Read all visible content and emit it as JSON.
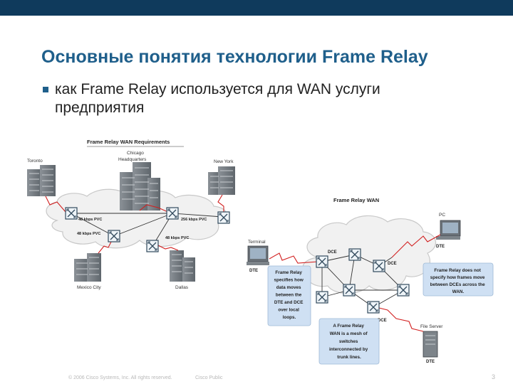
{
  "slide": {
    "title": "Основные понятия технологии Frame Relay",
    "bullet": "как Frame Relay используется для WAN услуги предприятия"
  },
  "left_figure": {
    "heading": "Frame Relay WAN Requirements",
    "sites": {
      "toronto": "Toronto",
      "chicago": [
        "Chicago",
        "Headquarters"
      ],
      "newyork": "New York",
      "mexico": "Mexico City",
      "dallas": "Dallas"
    },
    "links": {
      "pvc_a": "48 kbps PVC",
      "pvc_b": "256 kbps PVC",
      "pvc_c": "48 kbps PVC",
      "pvc_d": "48 kbps PVC"
    }
  },
  "right_figure": {
    "heading": "Frame Relay WAN",
    "labels": {
      "pc": "PC",
      "dte_pc": "DTE",
      "terminal": "Terminal",
      "dte_terminal": "DTE",
      "dce_top": "DCE",
      "dce_right": "DCE",
      "dce_bottom": "DCE",
      "file_server": "File Server",
      "dte_server": "DTE"
    },
    "callouts": {
      "left": [
        "Frame Relay",
        "specifies how",
        "data moves",
        "between the",
        "DTE and DCE",
        "over local",
        "loops."
      ],
      "right": [
        "Frame Relay does not",
        "specify how frames move",
        "between DCEs across the",
        "WAN."
      ],
      "bottom": [
        "A Frame Relay",
        "WAN is a mesh of",
        "switches",
        "interconnected by",
        "trunk lines."
      ]
    }
  },
  "footer": {
    "copyright": "© 2006 Cisco Systems, Inc. All rights reserved.",
    "classification": "Cisco Public",
    "page": "3"
  },
  "colors": {
    "topbar": "#0f3a5c",
    "title": "#1f5f8b",
    "callout": "#cfe0f3",
    "cloud": "#f1f1f1",
    "link_red": "#d21f1f"
  }
}
